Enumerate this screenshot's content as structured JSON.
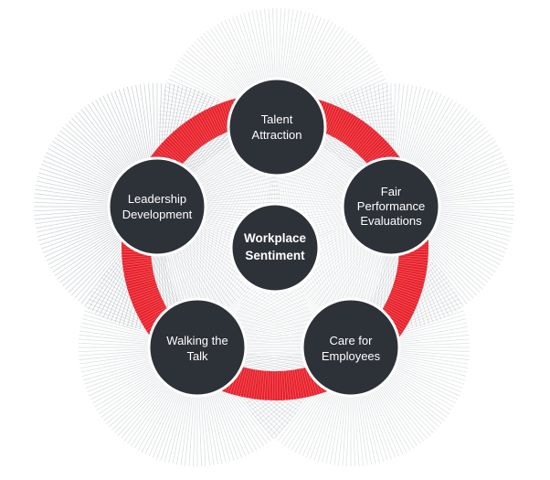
{
  "diagram": {
    "center": {
      "label_lines": [
        "Workplace",
        "Sentiment"
      ]
    },
    "nodes": [
      {
        "id": "talent-attraction",
        "label_lines": [
          "Talent",
          "Attraction"
        ]
      },
      {
        "id": "fair-performance-evaluations",
        "label_lines": [
          "Fair",
          "Performance",
          "Evaluations"
        ]
      },
      {
        "id": "care-for-employees",
        "label_lines": [
          "Care for",
          "Employees"
        ]
      },
      {
        "id": "walking-the-talk",
        "label_lines": [
          "Walking the",
          "Talk"
        ]
      },
      {
        "id": "leadership-development",
        "label_lines": [
          "Leadership",
          "Development"
        ]
      }
    ],
    "colors": {
      "ring": "#e8202a",
      "node_fill": "#2d3138",
      "node_stroke": "#ffffff",
      "fan_stroke": "#9aa4aa",
      "center_fill": "#2d3138"
    }
  }
}
